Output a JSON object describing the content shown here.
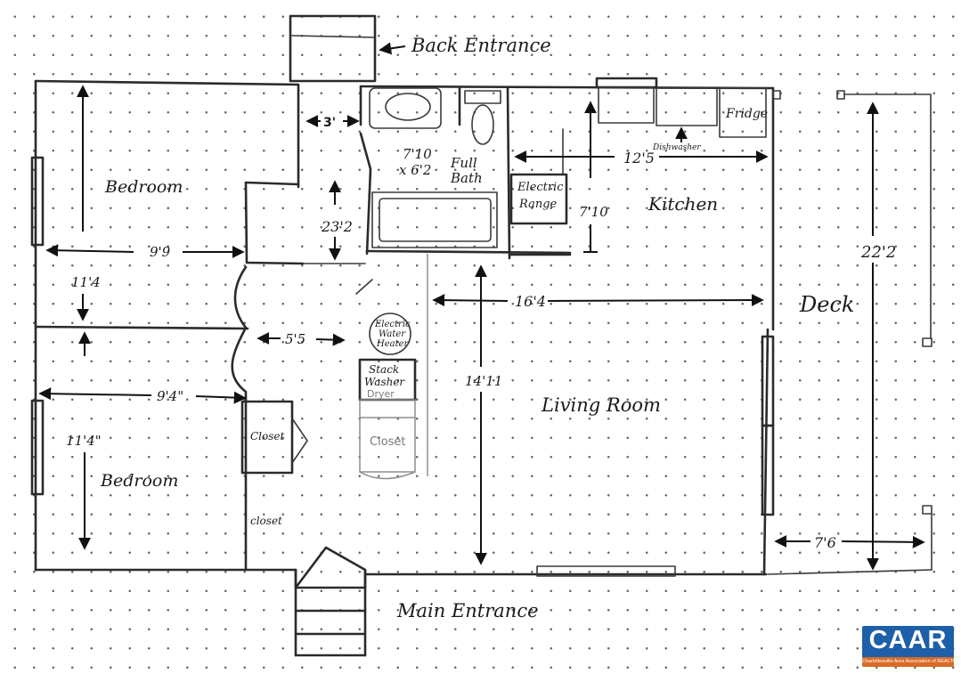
{
  "labels": {
    "back_entrance": "Back Entrance",
    "main_entrance": "Main Entrance",
    "bedroom_top": "Bedroom",
    "bedroom_bottom": "Bedroom",
    "full_bath": "Full",
    "full_bath_2": "Bath",
    "kitchen": "Kitchen",
    "living_room": "Living Room",
    "deck": "Deck",
    "fridge": "Fridge",
    "dishwasher": "Dishwasher",
    "electric_range_1": "Electric",
    "electric_range_2": "Range",
    "water_heater_1": "Electric",
    "water_heater_2": "Water",
    "water_heater_3": "Heater",
    "washer_1": "Stack",
    "washer_2": "Washer",
    "washer_3": "Dryer",
    "closet_bedroom": "Closet",
    "closet_laundry": "Closet",
    "closet_hall": "closet"
  },
  "dimensions": {
    "back_hall_width": "3'",
    "bath_size_1": "7'10",
    "bath_size_2": "x 6'2",
    "hall_length": "23'2",
    "bedroom_top_width": "9'9",
    "bedroom_top_depth": "11'4",
    "hall_width": "5'5",
    "bedroom_bottom_width": "9'4\"",
    "bedroom_bottom_depth": "11'4\"",
    "kitchen_width": "12'5",
    "kitchen_depth": "7'10",
    "living_width": "16'4",
    "living_depth": "14'11",
    "deck_length": "22'2",
    "deck_width": "7'6"
  },
  "logo": {
    "text": "CAAR",
    "subtitle": "Charlottesville Area Association of REALTORS®",
    "color_primary": "#1d5fa8",
    "color_accent": "#d96b26"
  }
}
